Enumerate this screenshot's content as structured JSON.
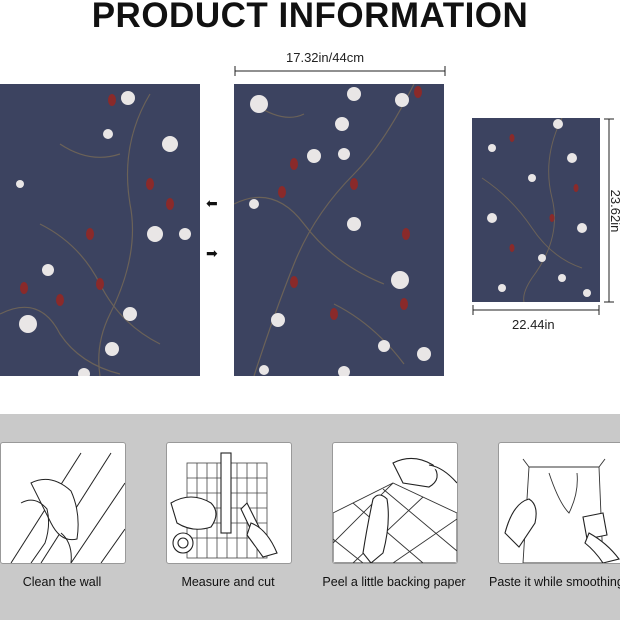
{
  "title": "PRODUCT INFORMATION",
  "dimensions": {
    "width_label": "17.32in/44cm",
    "roll_width_label": "22.44in",
    "roll_height_label": "23.62in"
  },
  "arrows": {
    "left": "⬅",
    "right": "➡"
  },
  "colors": {
    "panel_background": "#3c4360",
    "blossom": "#e9e6e6",
    "bud": "#8a2a2a",
    "band": "#c9c9c9"
  },
  "steps": [
    {
      "label": "Clean the wall",
      "icon": "cloth-wipe-icon"
    },
    {
      "label": "Measure and cut",
      "icon": "ruler-cut-icon"
    },
    {
      "label": "Peel a little backing paper",
      "icon": "peel-paper-icon"
    },
    {
      "label": "Paste it while smoothing",
      "icon": "smooth-paste-icon"
    }
  ]
}
